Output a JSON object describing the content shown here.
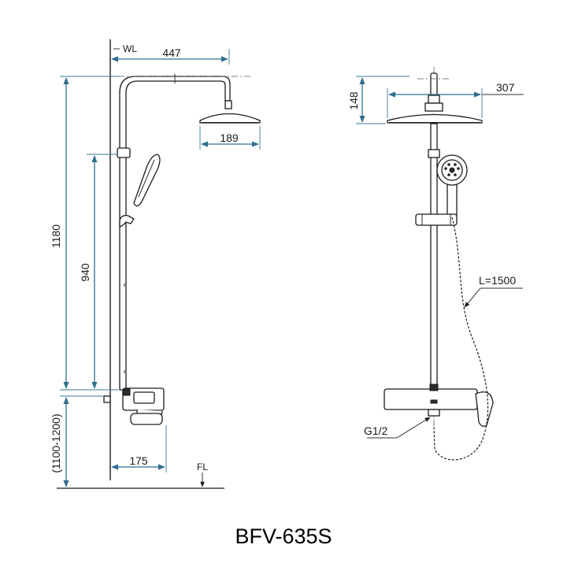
{
  "dimensions": {
    "wall_to_head": "447",
    "head_diameter_side": "189",
    "total_height": "1180",
    "handshower_height": "940",
    "mount_height_range": "(1100-1200)",
    "spout_projection": "175",
    "head_height": "148",
    "head_diameter_front": "307",
    "hose_length": "L=1500",
    "inlet_thread": "G1/2"
  },
  "labels": {
    "wall_line": "WL",
    "floor_line": "FL"
  },
  "model": "BFV-635S",
  "colors": {
    "dimension_lines": "#2f6f8f",
    "outline": "#1c1c1c"
  }
}
